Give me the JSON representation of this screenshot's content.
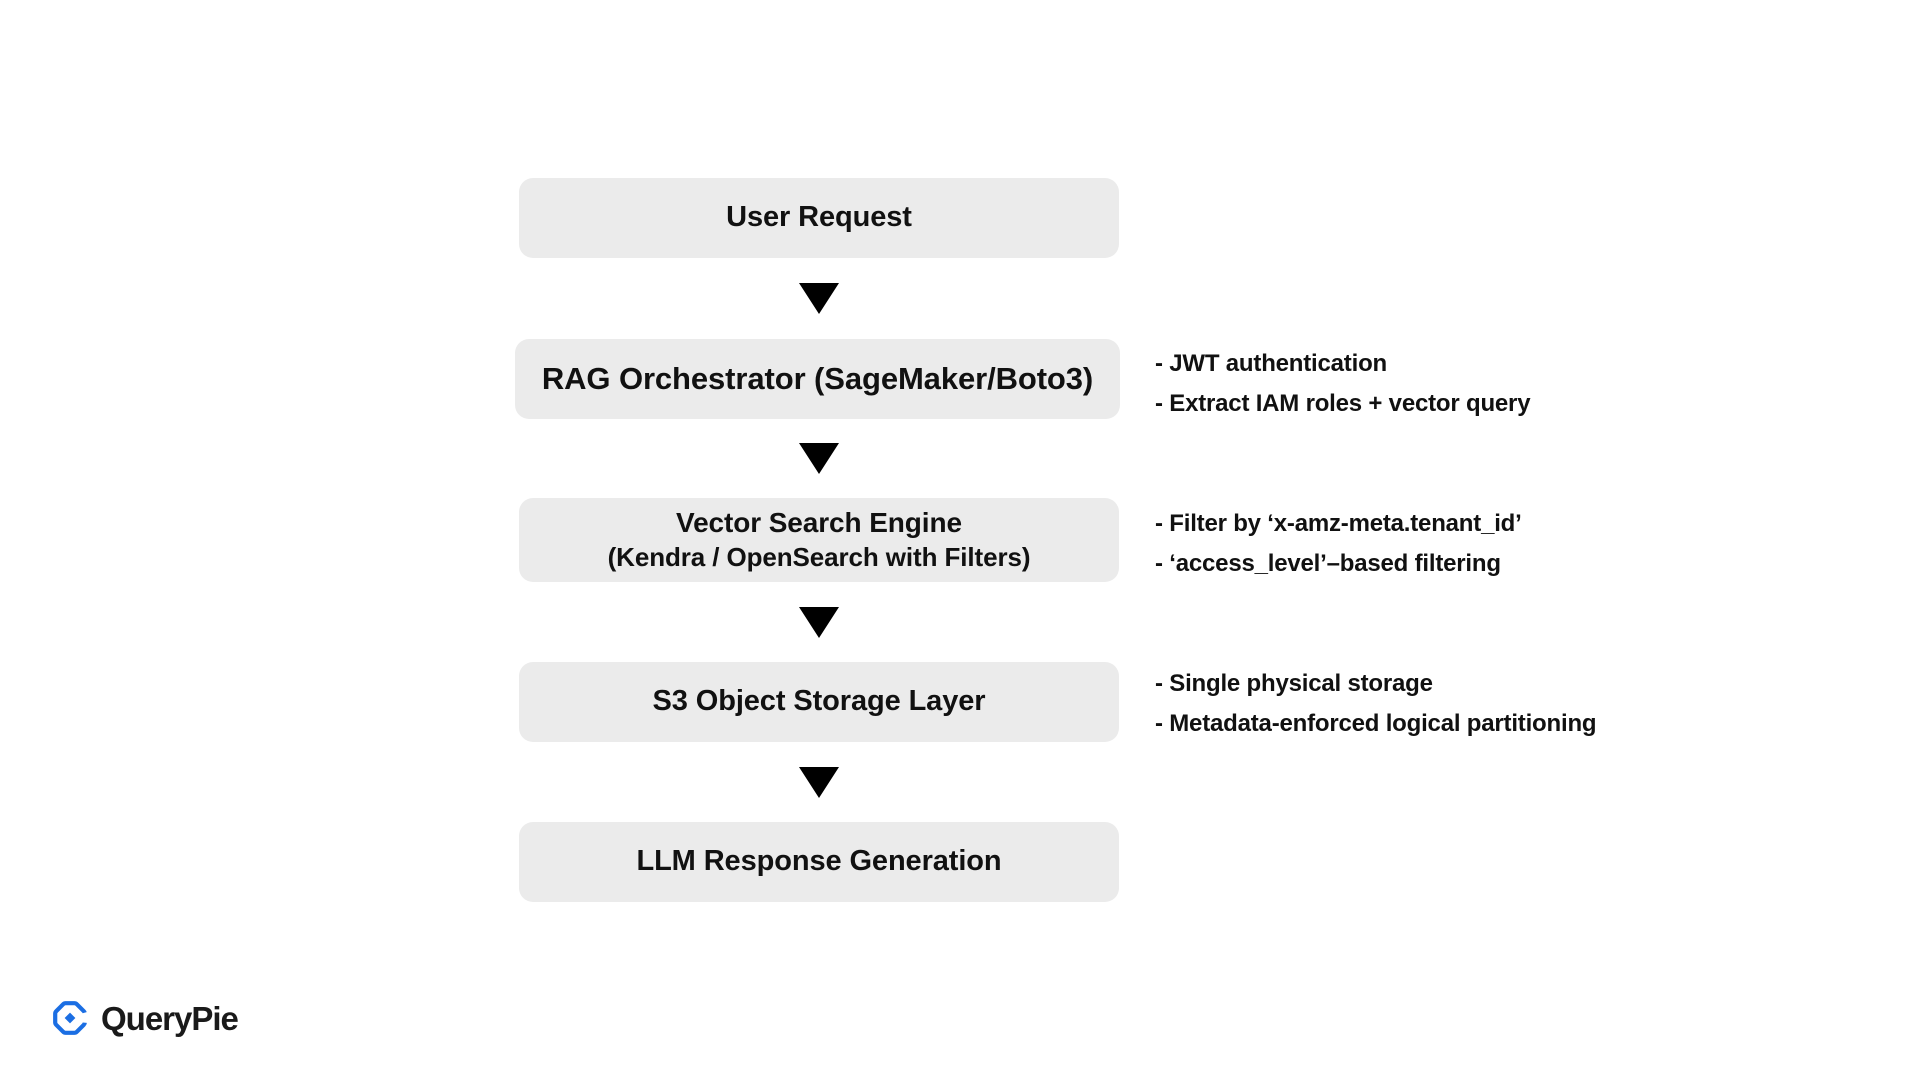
{
  "diagram": {
    "nodes": [
      {
        "id": "user-request",
        "line1": "User Request",
        "line2": ""
      },
      {
        "id": "rag-orchestrator",
        "line1": "RAG Orchestrator (SageMaker/Boto3)",
        "line2": ""
      },
      {
        "id": "vector-search",
        "line1": "Vector Search Engine",
        "line2": "(Kendra / OpenSearch with Filters)"
      },
      {
        "id": "s3-storage",
        "line1": "S3 Object Storage Layer",
        "line2": ""
      },
      {
        "id": "llm-response",
        "line1": "LLM Response Generation",
        "line2": ""
      }
    ],
    "arrows": [
      {
        "icon": "triangle-down-icon"
      },
      {
        "icon": "triangle-down-icon"
      },
      {
        "icon": "triangle-down-icon"
      },
      {
        "icon": "triangle-down-icon"
      }
    ],
    "annotations": [
      {
        "attached_to": "rag-orchestrator",
        "lines": [
          "- JWT authentication",
          "- Extract IAM roles + vector query"
        ]
      },
      {
        "attached_to": "vector-search",
        "lines": [
          "- Filter by ‘x-amz-meta.tenant_id’",
          "- ‘access_level’–based filtering"
        ]
      },
      {
        "attached_to": "s3-storage",
        "lines": [
          "- Single physical storage",
          "- Metadata-enforced logical partitioning"
        ]
      }
    ]
  },
  "branding": {
    "wordmark": "QueryPie",
    "mark_icon": "querypie-logo-icon"
  },
  "colors": {
    "page_background": "#ffffff",
    "node_fill": "#ebebeb",
    "text": "#111111",
    "arrow": "#000000",
    "brand_blue": "#1b6ee3"
  }
}
